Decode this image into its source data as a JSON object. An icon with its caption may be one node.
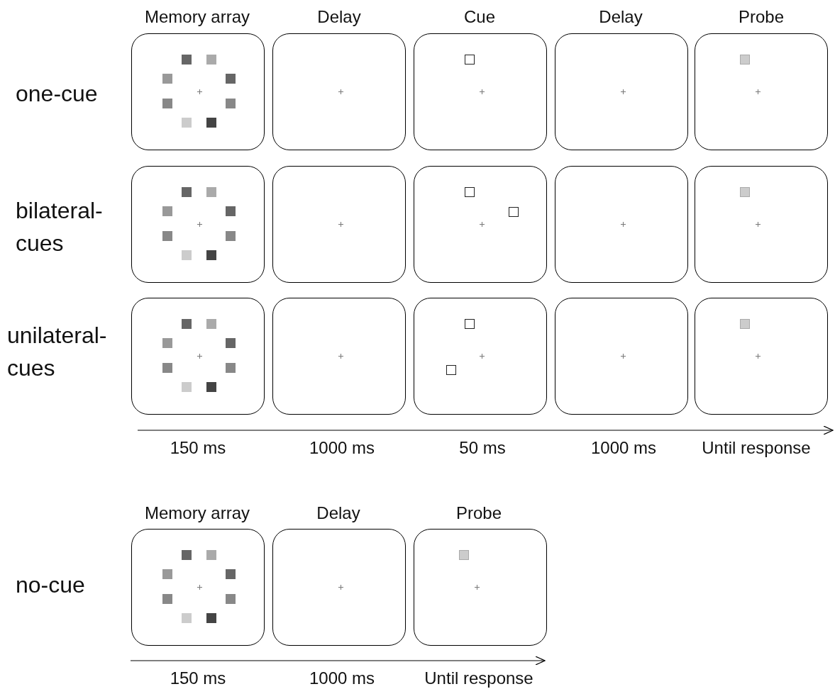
{
  "diagram": {
    "labels": [
      "Memory array",
      "Delay",
      "Cue",
      "Delay",
      "Probe",
      "one-cue",
      "bilateral-cues",
      "unilateral-cues",
      "150 ms",
      "1000 ms",
      "50 ms",
      "1000 ms",
      "Until response",
      "Memory array",
      "Delay",
      "Probe",
      "no-cue",
      "150 ms",
      "1000 ms",
      "Until response"
    ]
  }
}
